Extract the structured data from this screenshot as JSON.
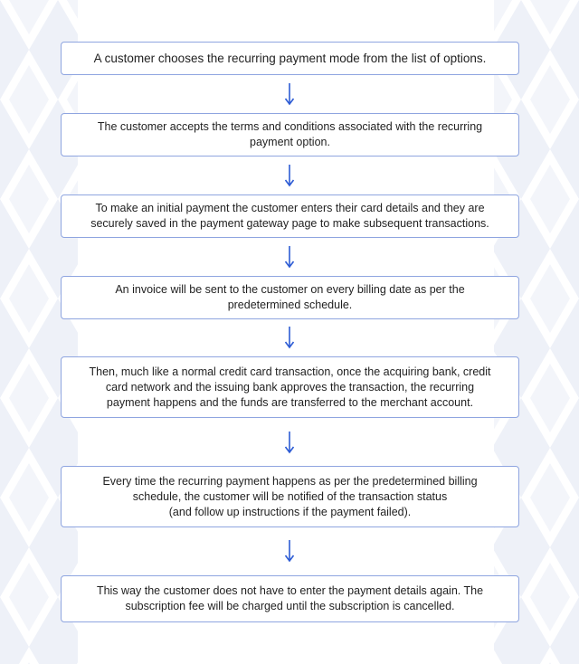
{
  "flow": {
    "steps": [
      {
        "text": "A customer chooses the recurring payment mode from the list of options."
      },
      {
        "text": "The customer accepts the terms and conditions associated with the recurring\npayment option."
      },
      {
        "text": "To make an initial payment the customer enters their card details and they are\nsecurely saved in the payment gateway page to make subsequent transactions."
      },
      {
        "text": "An invoice will be sent to the customer on every billing date as per the\npredetermined schedule."
      },
      {
        "text": "Then, much like a normal credit card transaction, once the acquiring bank, credit\ncard network and the issuing bank approves the transaction, the recurring\npayment happens and the funds are transferred to the merchant account."
      },
      {
        "text": "Every time the recurring payment happens as per the predetermined billing\nschedule, the customer will be notified of the transaction status\n(and follow up instructions if the payment failed)."
      },
      {
        "text": "This way the customer does not have to enter the payment details again. The\nsubscription fee will be charged until the subscription is cancelled."
      }
    ]
  },
  "colors": {
    "box_border": "#8fa5e0",
    "arrow": "#2c5bd4",
    "pattern": "#eef1f8",
    "text": "#1f1f1f"
  },
  "icons": {
    "connector": "arrow-down-icon"
  }
}
